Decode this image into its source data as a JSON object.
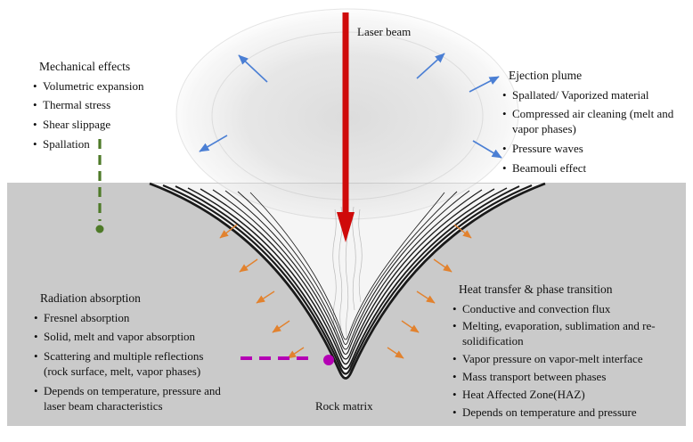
{
  "labels": {
    "laser_beam": "Laser beam",
    "rock_matrix": "Rock matrix"
  },
  "blocks": {
    "mechanical": {
      "title": "Mechanical effects",
      "items": [
        "Volumetric expansion",
        "Thermal stress",
        "Shear slippage",
        "Spallation"
      ]
    },
    "ejection": {
      "title": "Ejection plume",
      "items": [
        "Spallated/ Vaporized material",
        "Compressed air cleaning (melt and vapor phases)",
        "Pressure waves",
        "Beamouli effect"
      ]
    },
    "radiation": {
      "title": "Radiation absorption",
      "items": [
        "Fresnel absorption",
        "Solid, melt and vapor absorption",
        "Scattering and multiple reflections (rock surface, melt, vapor phases)",
        "Depends on temperature, pressure and laser beam characteristics"
      ]
    },
    "heat": {
      "title": "Heat transfer & phase transition",
      "items": [
        "Conductive and convection flux",
        "Melting, evaporation, sublimation and re-solidification",
        "Vapor pressure on vapor-melt interface",
        "Mass transport between phases",
        "Heat Affected Zone(HAZ)",
        "Depends on temperature and pressure"
      ]
    }
  },
  "colors": {
    "laser": "#cf0a0a",
    "plume_arrow": "#4b7fd4",
    "wall_arrow": "#e2822e",
    "green_dash": "#4e7a28",
    "purple_dash": "#b400b4",
    "rock_gray": "#cacaca",
    "contour": "#1a1a1a"
  }
}
